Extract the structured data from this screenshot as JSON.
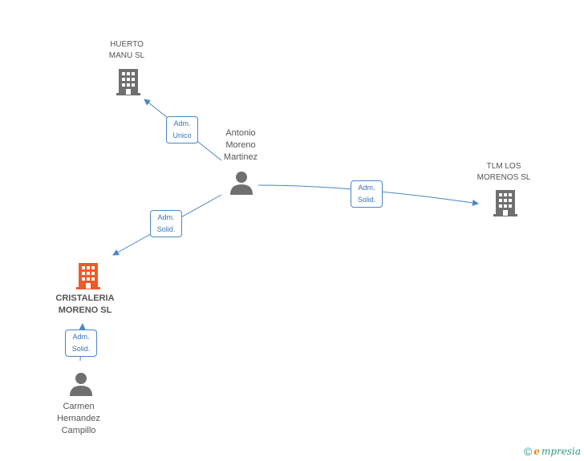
{
  "nodes": {
    "huerto": {
      "name_line1": "HUERTO",
      "name_line2": "MANU SL"
    },
    "antonio": {
      "name_line1": "Antonio",
      "name_line2": "Moreno",
      "name_line3": "Martinez"
    },
    "tlm": {
      "name_line1": "TLM LOS",
      "name_line2": "MORENOS SL"
    },
    "cristaleria": {
      "name_line1": "CRISTALERIA",
      "name_line2": "MORENO SL"
    },
    "carmen": {
      "name_line1": "Carmen",
      "name_line2": "Hernandez",
      "name_line3": "Campillo"
    }
  },
  "edges": {
    "antonio_huerto": {
      "line1": "Adm.",
      "line2": "Unico"
    },
    "antonio_tlm": {
      "line1": "Adm.",
      "line2": "Solid."
    },
    "antonio_cristaleria": {
      "line1": "Adm.",
      "line2": "Solid."
    },
    "carmen_cristaleria": {
      "line1": "Adm.",
      "line2": "Solid."
    }
  },
  "colors": {
    "edge": "#4a86c8",
    "building_gray": "#6f6f6f",
    "building_highlight": "#f05a28",
    "person_gray": "#6f6f6f"
  },
  "watermark": {
    "copyright": "©",
    "brand_initial": "e",
    "brand_rest": "mpresia"
  }
}
